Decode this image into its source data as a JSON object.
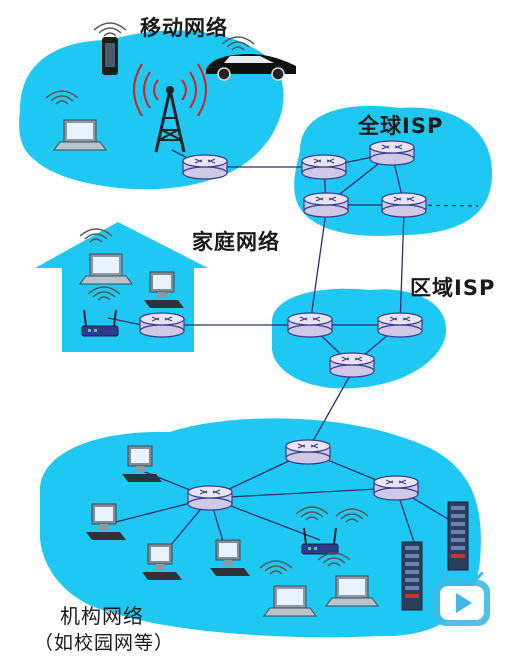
{
  "labels": {
    "mobile_network": "移动网络",
    "global_isp": "全球ISP",
    "home_network": "家庭网络",
    "regional_isp": "区域ISP",
    "institutional_network": "机构网络",
    "institutional_network_sub": "（如校园网等）"
  },
  "colors": {
    "cloud_fill": "#1ec8f2",
    "house_fill": "#1ec8f2",
    "router_fill": "#dcd6ef",
    "router_stroke": "#3b3d8a",
    "link_stroke": "#2a2f6e",
    "play_button": "#3fb8e6"
  },
  "icons": {
    "router": "router-icon",
    "laptop": "laptop-icon",
    "desktop": "desktop-icon",
    "server": "server-icon",
    "phone": "phone-icon",
    "car": "car-icon",
    "cell_tower": "cell-tower-icon",
    "wifi_ap": "wifi-access-point-icon",
    "play": "play-button-icon"
  }
}
